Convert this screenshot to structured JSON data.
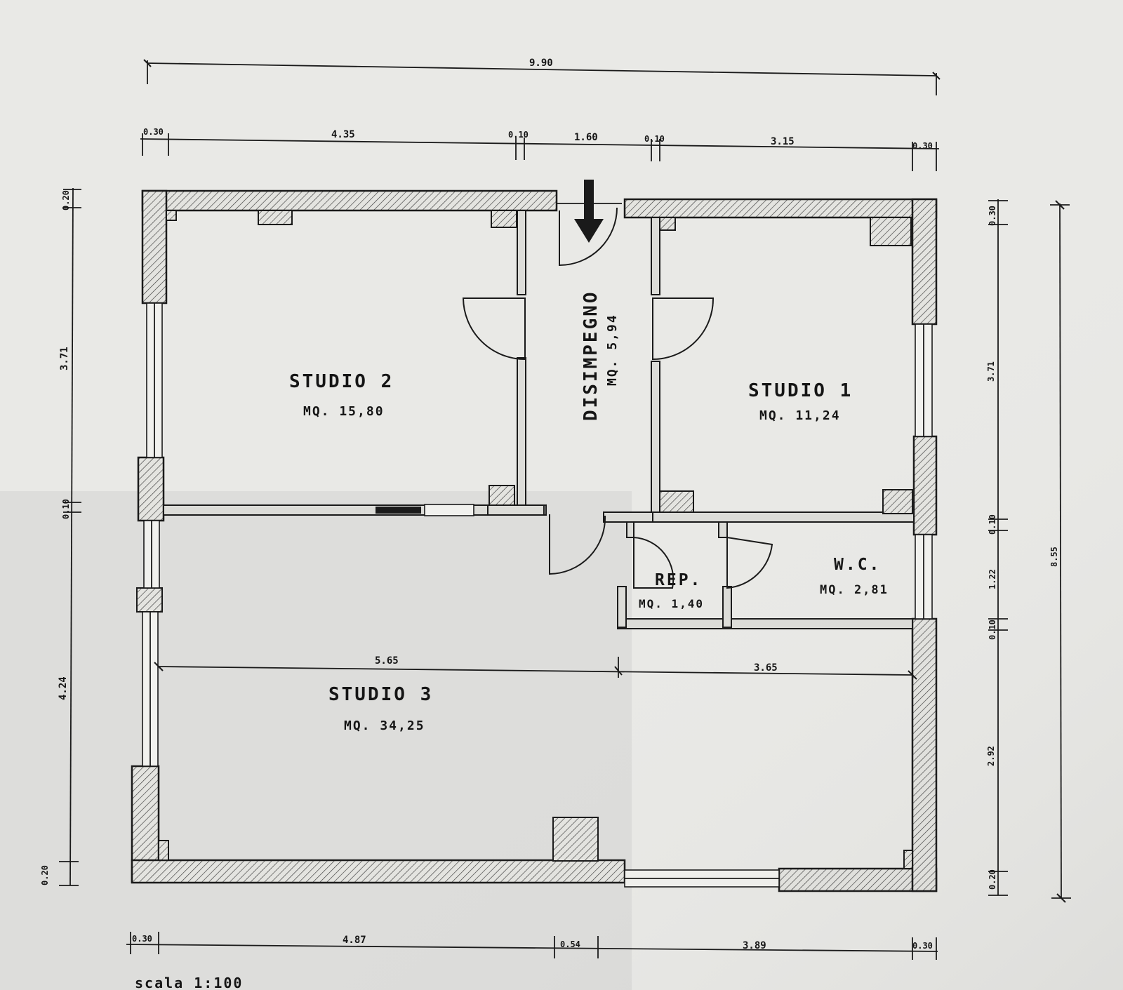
{
  "rooms": {
    "studio2": {
      "name": "STUDIO 2",
      "area": "MQ. 15,80"
    },
    "studio1": {
      "name": "STUDIO 1",
      "area": "MQ. 11,24"
    },
    "disimpegno": {
      "name": "DISIMPEGNO",
      "area": "MQ. 5,94"
    },
    "rep": {
      "name": "REP.",
      "area": "MQ. 1,40"
    },
    "wc": {
      "name": "W.C.",
      "area": "MQ. 2,81"
    },
    "studio3": {
      "name": "STUDIO 3",
      "area": "MQ. 34,25"
    }
  },
  "dimensions": {
    "top_total": "9.90",
    "top_segments": [
      "0.30",
      "4.35",
      "0.10",
      "1.60",
      "0.10",
      "3.15",
      "0.30"
    ],
    "left_segments": [
      "0.20",
      "3.71",
      "0.10",
      "4.24",
      "0.20"
    ],
    "right_segments": [
      "0.30",
      "3.71",
      "0.10",
      "1.22",
      "0.10",
      "2.92",
      "0.20"
    ],
    "right_total": "8.55",
    "bottom_segments": [
      "0.30",
      "4.87",
      "0.54",
      "3.89",
      "0.30"
    ],
    "studio3_inner": [
      "5.65",
      "3.65"
    ]
  },
  "scale_label": "scala 1:100",
  "icons": {
    "entrance": "entrance-arrow-icon"
  },
  "colors": {
    "paper": "#e9e9e6",
    "ink": "#1a1a1a"
  }
}
